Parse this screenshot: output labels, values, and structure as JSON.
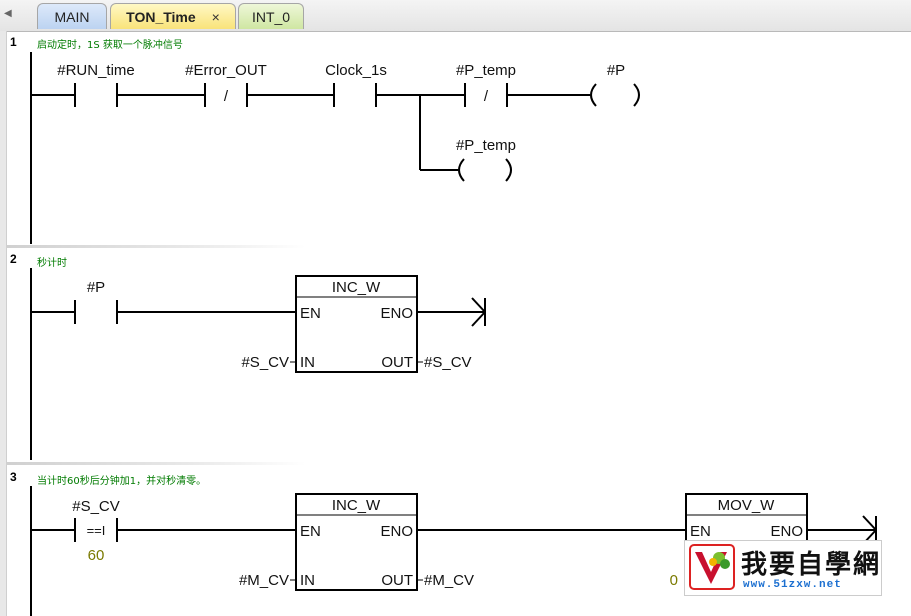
{
  "tabs": [
    {
      "label": "MAIN"
    },
    {
      "label": "TON_Time",
      "close": "×"
    },
    {
      "label": "INT_0"
    }
  ],
  "networks": [
    {
      "number": "1",
      "comment": "启动定时，1S 获取一个脉冲信号",
      "contacts": [
        "#RUN_time",
        "#Error_OUT",
        "Clock_1s",
        "#P_temp"
      ],
      "negation": "/",
      "coils": [
        "#P",
        "#P_temp"
      ]
    },
    {
      "number": "2",
      "comment": "秒计时",
      "contacts": [
        "#P"
      ],
      "box": {
        "title": "INC_W",
        "en": "EN",
        "eno": "ENO",
        "in": "IN",
        "out": "OUT",
        "in_operand": "#S_CV",
        "out_operand": "#S_CV"
      }
    },
    {
      "number": "3",
      "comment": "当计时60秒后分钟加1，并对秒清零。",
      "compare": {
        "operand": "#S_CV",
        "op": "==I",
        "value": "60"
      },
      "box": {
        "title": "INC_W",
        "en": "EN",
        "eno": "ENO",
        "in": "IN",
        "out": "OUT",
        "in_operand": "#M_CV",
        "out_operand": "#M_CV"
      },
      "box2": {
        "title": "MOV_W",
        "en": "EN",
        "eno": "ENO",
        "in_value": "0"
      }
    }
  ],
  "watermark": {
    "title": "我要自學網",
    "url": "www.51zxw.net"
  }
}
